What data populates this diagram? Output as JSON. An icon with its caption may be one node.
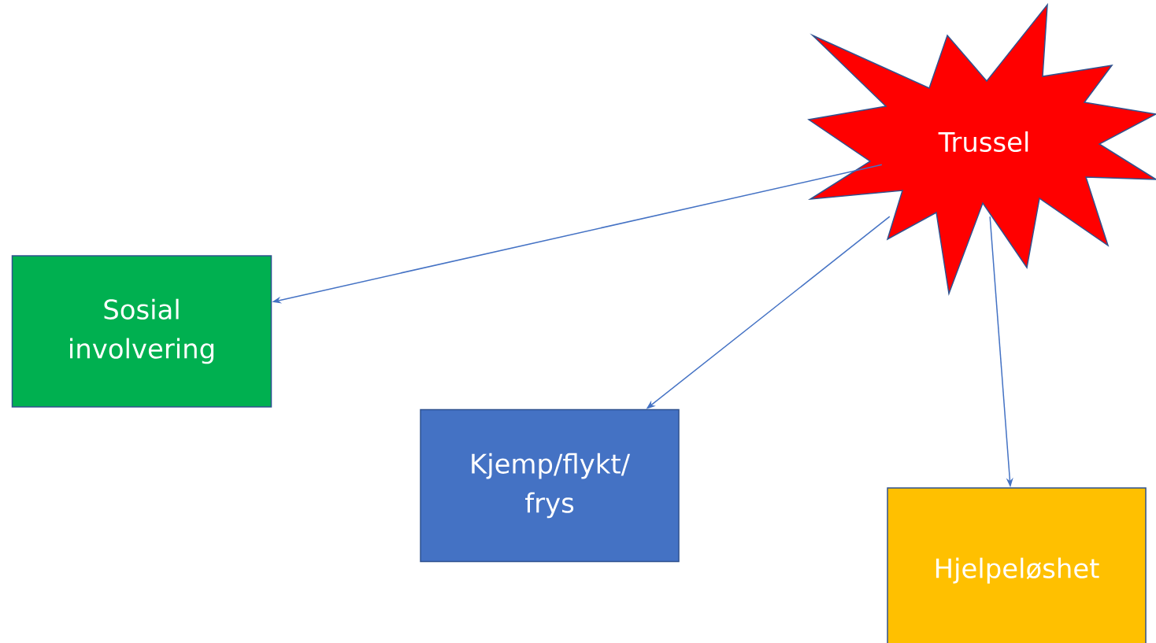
{
  "diagram": {
    "nodes": [
      {
        "text": [
          "Trussel"
        ]
      },
      {
        "text": [
          "Sosial involvering"
        ]
      },
      {
        "text": [
          "Kjemp/flykt/ frys"
        ]
      },
      {
        "text": [
          "Hjelpeløshet"
        ]
      }
    ],
    "edges": [
      {
        "from": 0,
        "to": 1,
        "arrow": "to"
      },
      {
        "from": 0,
        "to": 2,
        "arrow": "to"
      },
      {
        "from": 0,
        "to": 3,
        "arrow": "to"
      }
    ]
  }
}
